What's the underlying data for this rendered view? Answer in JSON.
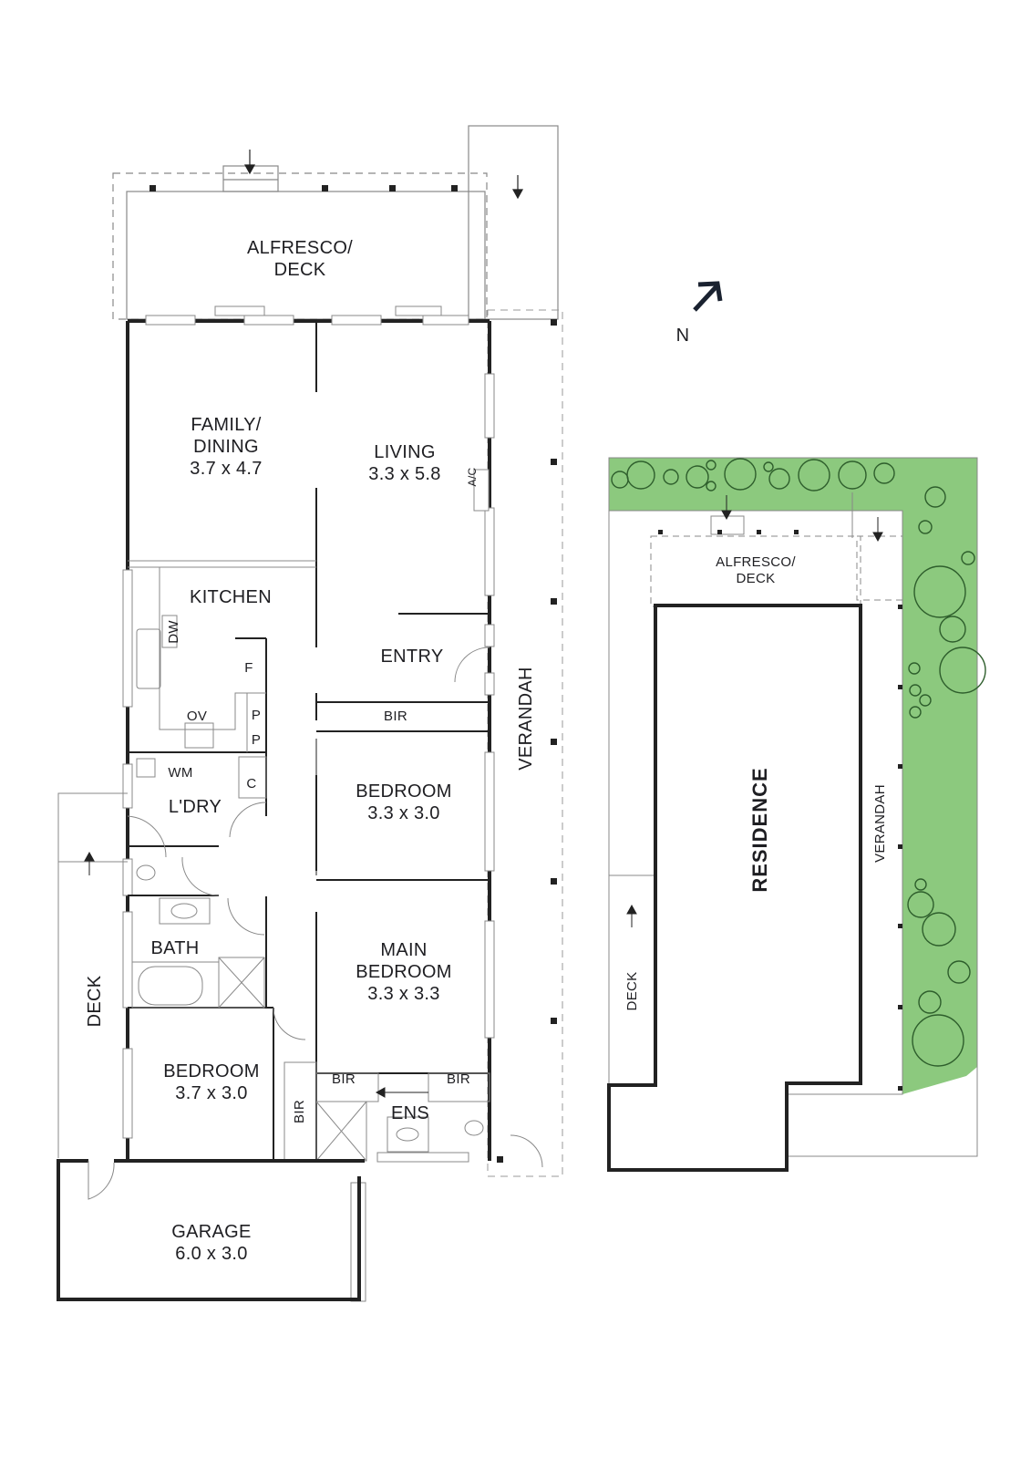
{
  "plan": {
    "north_label": "N",
    "rooms": [
      {
        "id": "alfresco",
        "name_line1": "ALFRESCO/",
        "name_line2": "DECK"
      },
      {
        "id": "family",
        "name_line1": "FAMILY/",
        "name_line2": "DINING",
        "size": "3.7 x 4.7"
      },
      {
        "id": "living",
        "name": "LIVING",
        "size": "3.3 x 5.8"
      },
      {
        "id": "kitchen",
        "name": "KITCHEN"
      },
      {
        "id": "entry",
        "name": "ENTRY"
      },
      {
        "id": "bir1",
        "name": "BIR"
      },
      {
        "id": "bedroom2",
        "name": "BEDROOM",
        "size": "3.3 x 3.0"
      },
      {
        "id": "laundry",
        "name": "L'DRY"
      },
      {
        "id": "bath",
        "name": "BATH"
      },
      {
        "id": "main",
        "name_line1": "MAIN",
        "name_line2": "BEDROOM",
        "size": "3.3 x 3.3"
      },
      {
        "id": "bedroom3",
        "name": "BEDROOM",
        "size": "3.7 x 3.0"
      },
      {
        "id": "bir2",
        "name": "BIR"
      },
      {
        "id": "bir3",
        "name": "BIR"
      },
      {
        "id": "bir4",
        "name": "BIR"
      },
      {
        "id": "ens",
        "name": "ENS"
      },
      {
        "id": "garage",
        "name": "GARAGE",
        "size": "6.0 x 3.0"
      },
      {
        "id": "deck",
        "name": "DECK"
      },
      {
        "id": "verandah",
        "name": "VERANDAH"
      }
    ],
    "fixtures": {
      "dw": "DW",
      "f": "F",
      "ov": "OV",
      "p1": "P",
      "p2": "P",
      "wm": "WM",
      "c": "C",
      "ac": "A/C"
    }
  },
  "site": {
    "residence": "RESIDENCE",
    "alfresco_line1": "ALFRESCO/",
    "alfresco_line2": "DECK",
    "verandah": "VERANDAH",
    "deck": "DECK",
    "garden_color": "#8cc97e"
  }
}
